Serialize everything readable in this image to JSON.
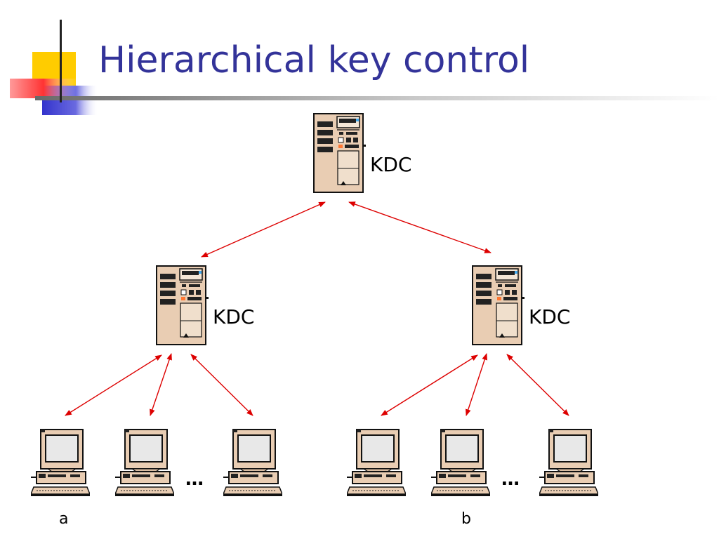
{
  "slide": {
    "title": "Hierarchical key control"
  },
  "diagram": {
    "root": {
      "label": "KDC"
    },
    "middle": [
      {
        "label": "KDC"
      },
      {
        "label": "KDC"
      }
    ],
    "ellipses": [
      "…",
      "…"
    ],
    "group_labels": [
      "a",
      "b"
    ]
  },
  "colors": {
    "title": "#333399",
    "arrow": "#dd0000",
    "server_body": "#e9cdb3",
    "accent_yellow": "#ffcc00",
    "accent_red": "#ff3333",
    "accent_blue": "#3333cc"
  },
  "icons": {
    "server": "server-icon",
    "workstation": "workstation-icon"
  }
}
